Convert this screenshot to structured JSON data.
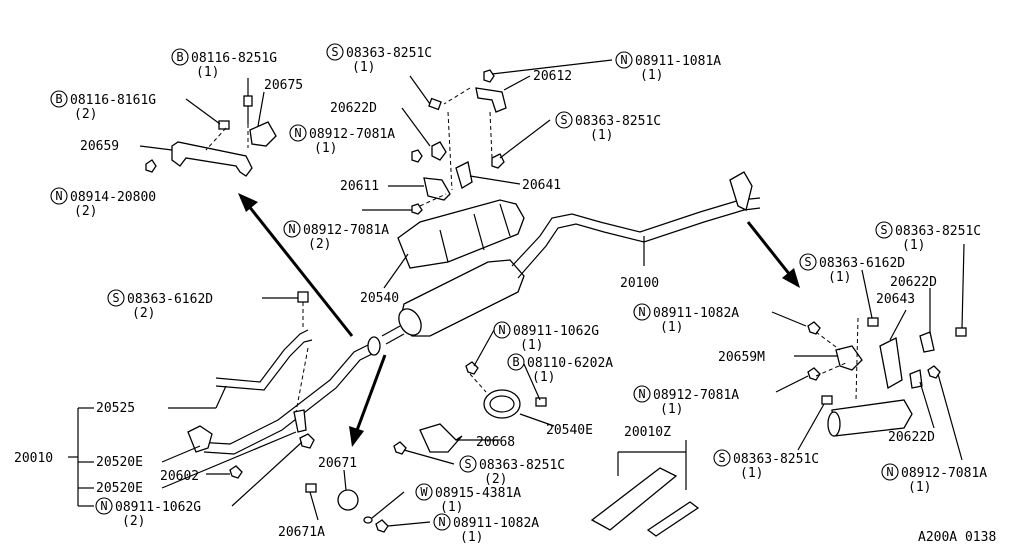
{
  "callouts": [
    {
      "id": "b08116_8251g",
      "prefix": "B",
      "code": "08116-8251G",
      "qty": "(1)"
    },
    {
      "id": "b08116_8161g",
      "prefix": "B",
      "code": "08116-8161G",
      "qty": "(2)"
    },
    {
      "id": "s08363_8251c_top",
      "prefix": "S",
      "code": "08363-8251C",
      "qty": "(1)"
    },
    {
      "id": "n08911_1081a",
      "prefix": "N",
      "code": "08911-1081A",
      "qty": "(1)"
    },
    {
      "id": "n08912_7081a_a",
      "prefix": "N",
      "code": "08912-7081A",
      "qty": "(1)"
    },
    {
      "id": "s08363_8251c_mid",
      "prefix": "S",
      "code": "08363-8251C",
      "qty": "(1)"
    },
    {
      "id": "n08914_20800",
      "prefix": "N",
      "code": "08914-20800",
      "qty": "(2)"
    },
    {
      "id": "n08912_7081a_b",
      "prefix": "N",
      "code": "08912-7081A",
      "qty": "(2)"
    },
    {
      "id": "s08363_6162d_left",
      "prefix": "S",
      "code": "08363-6162D",
      "qty": "(2)"
    },
    {
      "id": "n08911_1062g_mid",
      "prefix": "N",
      "code": "08911-1062G",
      "qty": "(1)"
    },
    {
      "id": "b08110_6202a",
      "prefix": "B",
      "code": "08110-6202A",
      "qty": "(1)"
    },
    {
      "id": "s08363_8251c_low",
      "prefix": "S",
      "code": "08363-8251C",
      "qty": "(2)"
    },
    {
      "id": "w08915_4381a",
      "prefix": "W",
      "code": "08915-4381A",
      "qty": "(1)"
    },
    {
      "id": "n08911_1082a_bot",
      "prefix": "N",
      "code": "08911-1082A",
      "qty": "(1)"
    },
    {
      "id": "n08911_1062g_left",
      "prefix": "N",
      "code": "08911-1062G",
      "qty": "(2)"
    },
    {
      "id": "s08363_8251c_right",
      "prefix": "S",
      "code": "08363-8251C",
      "qty": "(1)"
    },
    {
      "id": "s08363_6162d_right",
      "prefix": "S",
      "code": "08363-6162D",
      "qty": "(1)"
    },
    {
      "id": "n08911_1082a_right",
      "prefix": "N",
      "code": "08911-1082A",
      "qty": "(1)"
    },
    {
      "id": "n08912_7081a_right",
      "prefix": "N",
      "code": "08912-7081A",
      "qty": "(1)"
    },
    {
      "id": "s08363_8251c_br",
      "prefix": "S",
      "code": "08363-8251C",
      "qty": "(1)"
    },
    {
      "id": "n08912_7081a_br",
      "prefix": "N",
      "code": "08912-7081A",
      "qty": "(1)"
    }
  ],
  "parts": {
    "p20675": "20675",
    "p20612": "20612",
    "p20622d_top": "20622D",
    "p20659": "20659",
    "p20611": "20611",
    "p20641": "20641",
    "p20540": "20540",
    "p20100": "20100",
    "p20525": "20525",
    "p20010": "20010",
    "p20520e_a": "20520E",
    "p20602": "20602",
    "p20520e_b": "20520E",
    "p20671": "20671",
    "p20671a": "20671A",
    "p20668": "20668",
    "p20540e": "20540E",
    "p20010z": "20010Z",
    "p20622d_r1": "20622D",
    "p20643": "20643",
    "p20659m": "20659M",
    "p20622d_r2": "20622D"
  },
  "diagram_id": "A200A 0138"
}
